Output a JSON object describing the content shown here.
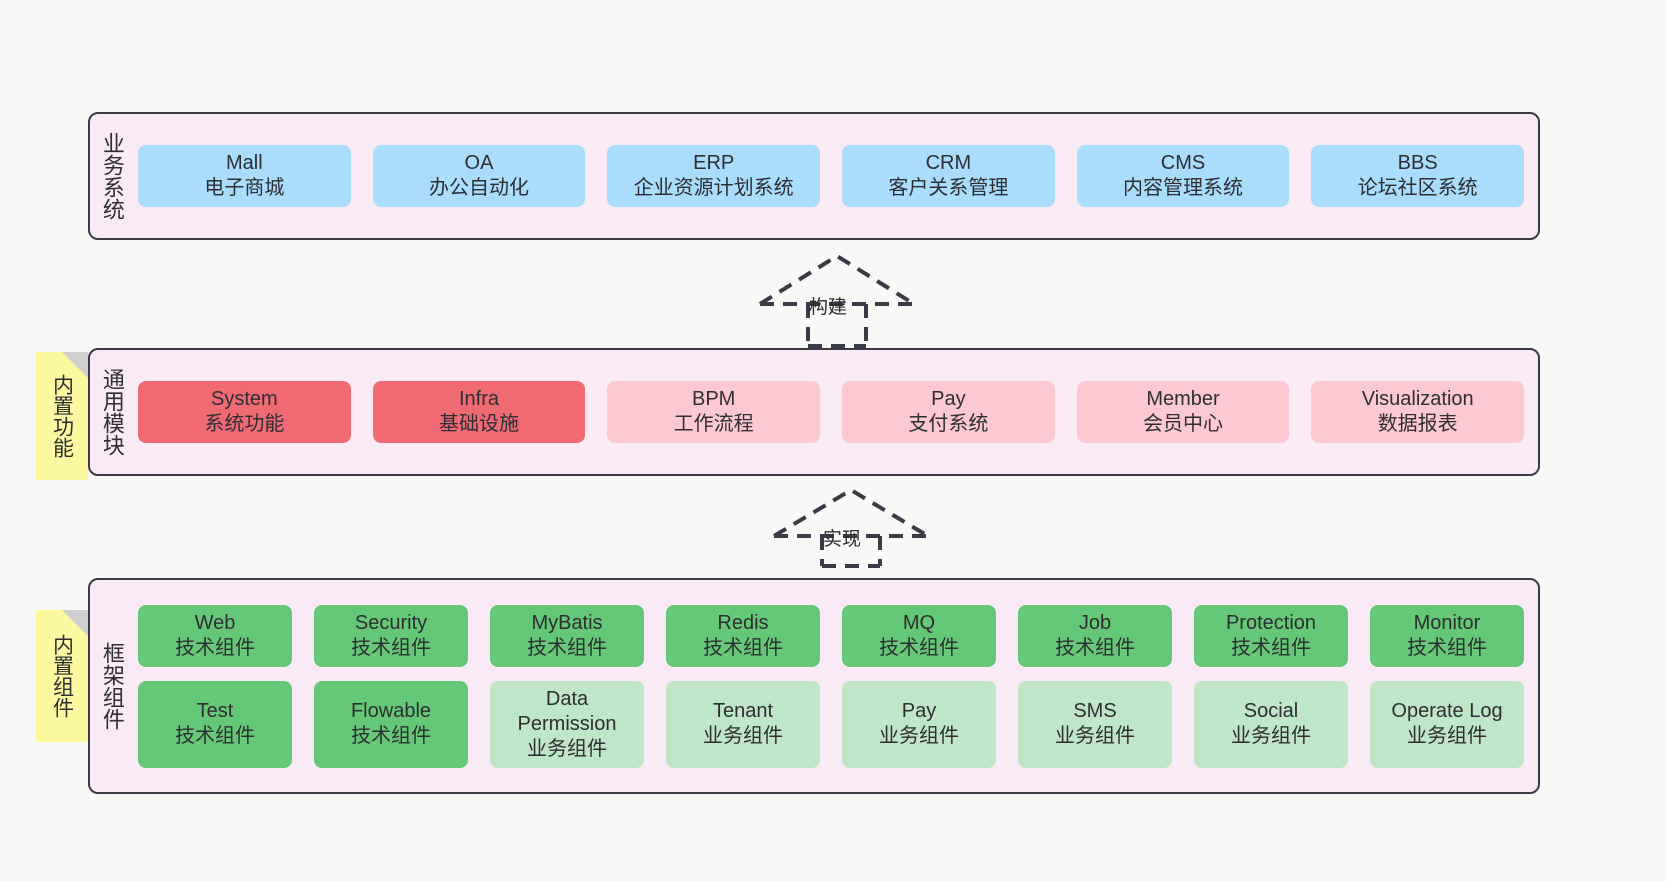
{
  "diagram": {
    "title": "分层架构图",
    "background_color": "#f8f8f7",
    "panel_color": "#f9eaf5",
    "panel_border_color": "#3b3b47",
    "note_color": "#fbf8a0"
  },
  "notes": [
    {
      "name": "builtin-features",
      "label": "内置功能"
    },
    {
      "name": "builtin-components",
      "label": "内置组件"
    }
  ],
  "connectors": [
    {
      "name": "build",
      "label": "构建",
      "style": "dashed-hollow-arrow-up"
    },
    {
      "name": "realize",
      "label": "实现",
      "style": "dashed-hollow-arrow-up"
    }
  ],
  "layers": [
    {
      "name": "business-system",
      "title": "业务系统",
      "color_key": "c-blue",
      "rows": [
        [
          {
            "name": "mall",
            "en": "Mall",
            "cn": "电子商城",
            "color": "#aadcfb"
          },
          {
            "name": "oa",
            "en": "OA",
            "cn": "办公自动化",
            "color": "#aadcfb"
          },
          {
            "name": "erp",
            "en": "ERP",
            "cn": "企业资源计划系统",
            "color": "#aadcfb"
          },
          {
            "name": "crm",
            "en": "CRM",
            "cn": "客户关系管理",
            "color": "#aadcfb"
          },
          {
            "name": "cms",
            "en": "CMS",
            "cn": "内容管理系统",
            "color": "#aadcfb"
          },
          {
            "name": "bbs",
            "en": "BBS",
            "cn": "论坛社区系统",
            "color": "#aadcfb"
          }
        ]
      ]
    },
    {
      "name": "common-module",
      "title": "通用模块",
      "rows": [
        [
          {
            "name": "system",
            "en": "System",
            "cn": "系统功能",
            "color": "#ef6a72"
          },
          {
            "name": "infra",
            "en": "Infra",
            "cn": "基础设施",
            "color": "#ef6a72"
          },
          {
            "name": "bpm",
            "en": "BPM",
            "cn": "工作流程",
            "color": "#fcc8d1"
          },
          {
            "name": "pay",
            "en": "Pay",
            "cn": "支付系统",
            "color": "#fcc8d1"
          },
          {
            "name": "member",
            "en": "Member",
            "cn": "会员中心",
            "color": "#fcc8d1"
          },
          {
            "name": "visualization",
            "en": "Visualization",
            "cn": "数据报表",
            "color": "#fcc8d1"
          }
        ]
      ]
    },
    {
      "name": "framework-component",
      "title": "框架组件",
      "rows": [
        [
          {
            "name": "web",
            "en": "Web",
            "cn": "技术组件",
            "color": "#64c878"
          },
          {
            "name": "security",
            "en": "Security",
            "cn": "技术组件",
            "color": "#64c878"
          },
          {
            "name": "mybatis",
            "en": "MyBatis",
            "cn": "技术组件",
            "color": "#64c878"
          },
          {
            "name": "redis",
            "en": "Redis",
            "cn": "技术组件",
            "color": "#64c878"
          },
          {
            "name": "mq",
            "en": "MQ",
            "cn": "技术组件",
            "color": "#64c878"
          },
          {
            "name": "job",
            "en": "Job",
            "cn": "技术组件",
            "color": "#64c878"
          },
          {
            "name": "protection",
            "en": "Protection",
            "cn": "技术组件",
            "color": "#64c878"
          },
          {
            "name": "monitor",
            "en": "Monitor",
            "cn": "技术组件",
            "color": "#64c878"
          }
        ],
        [
          {
            "name": "test",
            "en": "Test",
            "cn": "技术组件",
            "color": "#64c878"
          },
          {
            "name": "flowable",
            "en": "Flowable",
            "cn": "技术组件",
            "color": "#64c878"
          },
          {
            "name": "data-permission",
            "en": "Data Permission",
            "cn": "业务组件",
            "color": "#bfe6c6"
          },
          {
            "name": "tenant",
            "en": "Tenant",
            "cn": "业务组件",
            "color": "#bfe6c6"
          },
          {
            "name": "pay",
            "en": "Pay",
            "cn": "业务组件",
            "color": "#bfe6c6"
          },
          {
            "name": "sms",
            "en": "SMS",
            "cn": "业务组件",
            "color": "#bfe6c6"
          },
          {
            "name": "social",
            "en": "Social",
            "cn": "业务组件",
            "color": "#bfe6c6"
          },
          {
            "name": "operate-log",
            "en": "Operate Log",
            "cn": "业务组件",
            "color": "#bfe6c6"
          }
        ]
      ]
    }
  ]
}
